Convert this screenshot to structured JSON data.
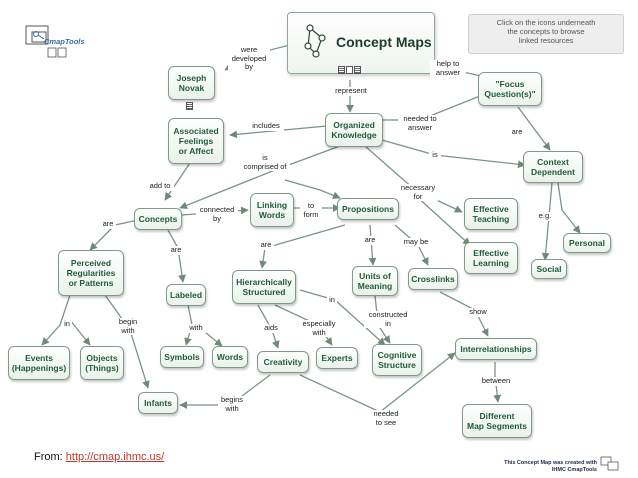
{
  "title": "Concept Maps",
  "hint": "Click on the icons underneath\nthe concepts to browse\nlinked resources",
  "logo_text": "CmapTools",
  "source": {
    "prefix": "From:",
    "link": "http://cmap.ihmc.us/"
  },
  "credit": "This Concept Map was created with\nIHMC CmapTools",
  "nodes": {
    "joseph_novak": "Joseph\nNovak",
    "focus_questions": "\"Focus\nQuestion(s)\"",
    "associated_feelings": "Associated\nFeelings\nor Affect",
    "organized_knowledge": "Organized\nKnowledge",
    "context_dependent": "Context\nDependent",
    "linking_words": "Linking\nWords",
    "propositions": "Propositions",
    "concepts": "Concepts",
    "effective_teaching": "Effective\nTeaching",
    "effective_learning": "Effective\nLearning",
    "personal": "Personal",
    "social": "Social",
    "perceived_regularities": "Perceived\nRegularities\nor Patterns",
    "labeled": "Labeled",
    "hierarchically_structured": "Hierarchically\nStructured",
    "units_of_meaning": "Units of\nMeaning",
    "crosslinks": "Crosslinks",
    "interrelationships": "Interrelationships",
    "events": "Events\n(Happenings)",
    "objects": "Objects\n(Things)",
    "symbols": "Symbols",
    "words": "Words",
    "creativity": "Creativity",
    "experts": "Experts",
    "cognitive_structure": "Cognitive\nStructure",
    "infants": "Infants",
    "different_map_segments": "Different\nMap Segments"
  },
  "links": {
    "were_developed_by": "were\ndeveloped\nby",
    "help_to_answer": "help to\nanswer",
    "represent": "represent",
    "includes": "includes",
    "needed_to_answer": "needed to\nanswer",
    "are_1": "are",
    "is_1": "is",
    "is_comprised_of": "is\ncomprised of",
    "necessary_for": "necessary\nfor",
    "add_to": "add to",
    "connected_by": "connected\nby",
    "to_form": "to\nform",
    "eg": "e.g.",
    "are_2": "are",
    "are_3": "are",
    "are_4": "are",
    "are_5": "are",
    "may_be": "may be",
    "in_1": "in",
    "in_2": "in",
    "begin_with": "begin\nwith",
    "with": "with",
    "aids": "aids",
    "especially_with": "especially\nwith",
    "constructed_in": "constructed\nin",
    "show": "show",
    "between": "between",
    "begins_with": "begins\nwith",
    "needed_to_see": "needed\nto see"
  }
}
